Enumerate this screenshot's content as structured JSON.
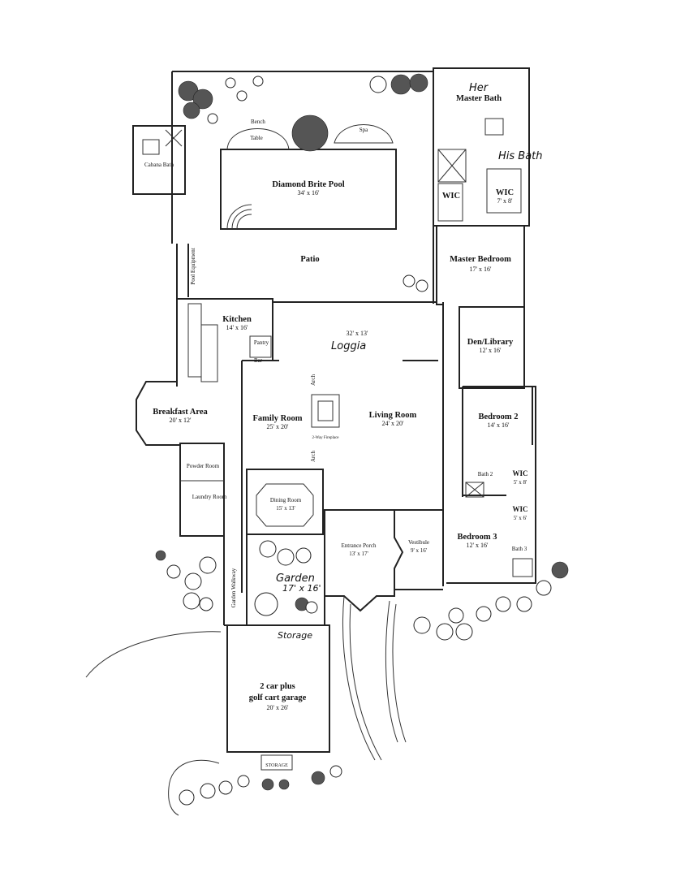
{
  "rooms": {
    "pool": {
      "name": "Diamond Brite Pool",
      "dims": "34' x 16'"
    },
    "bench": "Bench",
    "table": "Table",
    "spa": "Spa",
    "cabana": "Cabana Bath",
    "patio": "Patio",
    "pool_equipment": "Pool Equipment",
    "her_bath": "Her",
    "master_bath": "Master Bath",
    "his_bath": "His Bath",
    "wic1": "WIC",
    "wic2": {
      "name": "WIC",
      "dims": "7' x 8'"
    },
    "master_bedroom": {
      "name": "Master Bedroom",
      "dims": "17' x 16'"
    },
    "kitchen": {
      "name": "Kitchen",
      "dims": "14' x 16'"
    },
    "loggia": {
      "name": "Loggia",
      "dims": "32' x 13'"
    },
    "den": {
      "name": "Den/Library",
      "dims": "12' x 16'"
    },
    "pantry": "Pantry",
    "bar": "Bar",
    "breakfast": {
      "name": "Breakfast Area",
      "dims": "20' x 12'"
    },
    "family": {
      "name": "Family Room",
      "dims": "25' x 20'"
    },
    "arch_top": "Arch",
    "arch_bottom": "Arch",
    "fireplace": "2-Way Fireplace",
    "living": {
      "name": "Living Room",
      "dims": "24' x 20'"
    },
    "bedroom2": {
      "name": "Bedroom 2",
      "dims": "14' x 16'"
    },
    "powder": "Powder Room",
    "laundry": "Laundry Room",
    "dining": {
      "name": "Dining Room",
      "dims": "15' x 13'"
    },
    "bath2": "Bath 2",
    "wic3": {
      "name": "WIC",
      "dims": "5' x 8'"
    },
    "wic4": {
      "name": "WIC",
      "dims": "5' x 6'"
    },
    "bedroom3": {
      "name": "Bedroom 3",
      "dims": "12' x 16'"
    },
    "bath3": "Bath 3",
    "porch": {
      "name": "Entrance Porch",
      "dims": "13' x 17'"
    },
    "vestibule": {
      "name": "Vestibule",
      "dims": "9' x 16'"
    },
    "garden": {
      "name": "Garden",
      "dims": "17' x 16'"
    },
    "walkway": "Garden Walkway",
    "storage_hand": "Storage",
    "garage": {
      "name": "2 car plus",
      "name2": "golf cart garage",
      "dims": "20' x 26'"
    },
    "storage_bottom": "STORAGE"
  }
}
